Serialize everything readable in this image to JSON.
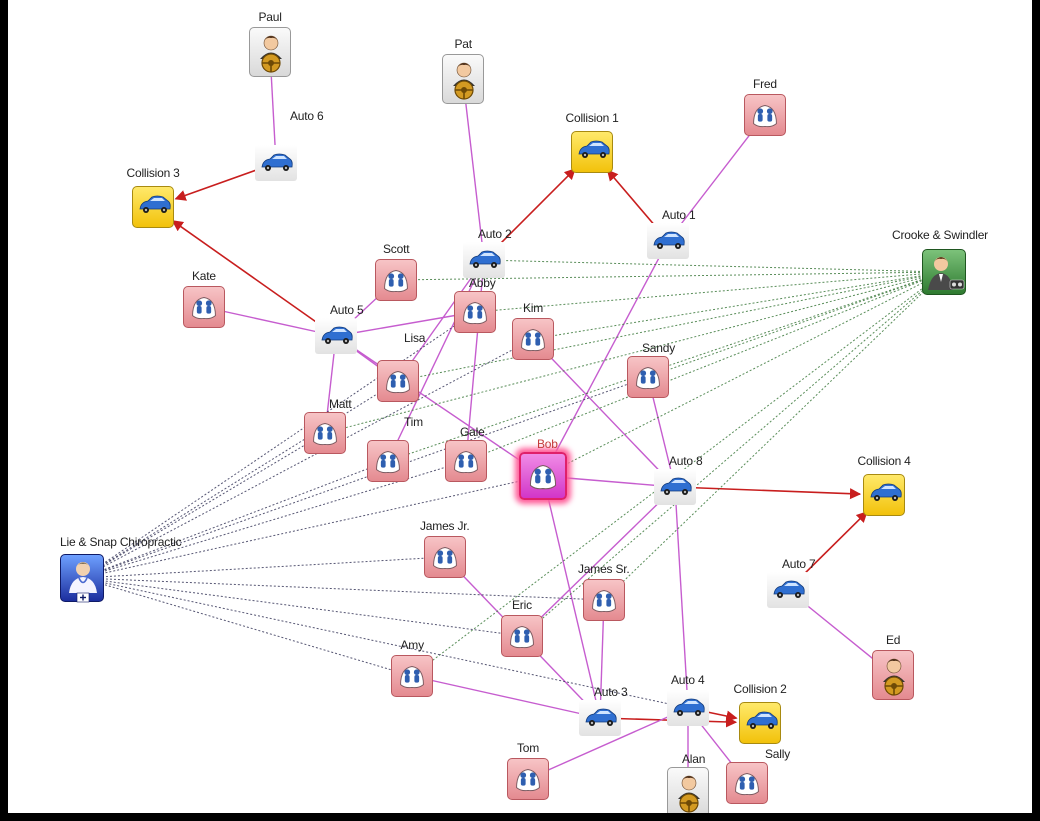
{
  "nodes": [
    {
      "id": "paul",
      "label": "Paul",
      "type": "driver"
    },
    {
      "id": "pat",
      "label": "Pat",
      "type": "driver"
    },
    {
      "id": "fred",
      "label": "Fred",
      "type": "person"
    },
    {
      "id": "auto6",
      "label": "Auto 6",
      "type": "auto"
    },
    {
      "id": "collision1",
      "label": "Collision 1",
      "type": "collision"
    },
    {
      "id": "collision3",
      "label": "Collision 3",
      "type": "collision"
    },
    {
      "id": "auto2",
      "label": "Auto 2",
      "type": "auto"
    },
    {
      "id": "auto1",
      "label": "Auto 1",
      "type": "auto"
    },
    {
      "id": "crooke",
      "label": "Crooke & Swindler",
      "type": "lawyer"
    },
    {
      "id": "scott",
      "label": "Scott",
      "type": "person"
    },
    {
      "id": "kate",
      "label": "Kate",
      "type": "person"
    },
    {
      "id": "auto5",
      "label": "Auto 5",
      "type": "auto"
    },
    {
      "id": "abby",
      "label": "Abby",
      "type": "person"
    },
    {
      "id": "kim",
      "label": "Kim",
      "type": "person"
    },
    {
      "id": "lisa",
      "label": "Lisa",
      "type": "person"
    },
    {
      "id": "sandy",
      "label": "Sandy",
      "type": "person"
    },
    {
      "id": "matt",
      "label": "Matt",
      "type": "person"
    },
    {
      "id": "tim",
      "label": "Tim",
      "type": "person"
    },
    {
      "id": "gale",
      "label": "Gale",
      "type": "person"
    },
    {
      "id": "bob",
      "label": "Bob",
      "type": "person",
      "selected": true
    },
    {
      "id": "auto8",
      "label": "Auto 8",
      "type": "auto"
    },
    {
      "id": "collision4",
      "label": "Collision 4",
      "type": "collision"
    },
    {
      "id": "lie",
      "label": "Lie & Snap Chiropractic",
      "type": "doctor"
    },
    {
      "id": "jamesjr",
      "label": "James Jr.",
      "type": "person"
    },
    {
      "id": "auto7",
      "label": "Auto 7",
      "type": "auto"
    },
    {
      "id": "jamessr",
      "label": "James Sr.",
      "type": "person"
    },
    {
      "id": "eric",
      "label": "Eric",
      "type": "person"
    },
    {
      "id": "ed",
      "label": "Ed",
      "type": "driver",
      "tint": "pink"
    },
    {
      "id": "amy",
      "label": "Amy",
      "type": "person"
    },
    {
      "id": "auto3",
      "label": "Auto 3",
      "type": "auto"
    },
    {
      "id": "auto4",
      "label": "Auto 4",
      "type": "auto"
    },
    {
      "id": "collision2",
      "label": "Collision 2",
      "type": "collision"
    },
    {
      "id": "tom",
      "label": "Tom",
      "type": "person"
    },
    {
      "id": "alan",
      "label": "Alan",
      "type": "driver"
    },
    {
      "id": "sally",
      "label": "Sally",
      "type": "person"
    }
  ],
  "edges": [
    {
      "from": "paul",
      "to": "auto6",
      "kind": "link"
    },
    {
      "from": "auto6",
      "to": "collision3",
      "kind": "collision"
    },
    {
      "from": "pat",
      "to": "auto2",
      "kind": "link"
    },
    {
      "from": "auto2",
      "to": "collision1",
      "kind": "collision"
    },
    {
      "from": "auto1",
      "to": "collision1",
      "kind": "collision"
    },
    {
      "from": "fred",
      "to": "auto1",
      "kind": "link"
    },
    {
      "from": "auto5",
      "to": "collision3",
      "kind": "collision"
    },
    {
      "from": "kate",
      "to": "auto5",
      "kind": "link"
    },
    {
      "from": "scott",
      "to": "auto5",
      "kind": "link"
    },
    {
      "from": "auto5",
      "to": "abby",
      "kind": "link"
    },
    {
      "from": "auto5",
      "to": "lisa",
      "kind": "link"
    },
    {
      "from": "auto5",
      "to": "matt",
      "kind": "link"
    },
    {
      "from": "auto5",
      "to": "bob",
      "kind": "link"
    },
    {
      "from": "auto2",
      "to": "lisa",
      "kind": "link"
    },
    {
      "from": "auto2",
      "to": "tim",
      "kind": "link"
    },
    {
      "from": "auto2",
      "to": "gale",
      "kind": "link"
    },
    {
      "from": "auto1",
      "to": "bob",
      "kind": "link"
    },
    {
      "from": "kim",
      "to": "auto8",
      "kind": "link"
    },
    {
      "from": "sandy",
      "to": "auto8",
      "kind": "link"
    },
    {
      "from": "bob",
      "to": "auto8",
      "kind": "link"
    },
    {
      "from": "auto8",
      "to": "collision4",
      "kind": "collision"
    },
    {
      "from": "auto7",
      "to": "collision4",
      "kind": "collision"
    },
    {
      "from": "ed",
      "to": "auto7",
      "kind": "link"
    },
    {
      "from": "bob",
      "to": "auto3",
      "kind": "link"
    },
    {
      "from": "jamesjr",
      "to": "auto3",
      "kind": "link"
    },
    {
      "from": "jamessr",
      "to": "auto3",
      "kind": "link"
    },
    {
      "from": "eric",
      "to": "auto8",
      "kind": "link"
    },
    {
      "from": "amy",
      "to": "auto3",
      "kind": "link"
    },
    {
      "from": "auto3",
      "to": "collision2",
      "kind": "collision"
    },
    {
      "from": "auto4",
      "to": "collision2",
      "kind": "collision"
    },
    {
      "from": "auto8",
      "to": "auto4",
      "kind": "link"
    },
    {
      "from": "alan",
      "to": "auto4",
      "kind": "link"
    },
    {
      "from": "sally",
      "to": "auto4",
      "kind": "link"
    },
    {
      "from": "tom",
      "to": "auto4",
      "kind": "link"
    },
    {
      "from": "crooke",
      "to": "scott",
      "kind": "referral"
    },
    {
      "from": "crooke",
      "to": "auto2",
      "kind": "referral"
    },
    {
      "from": "crooke",
      "to": "abby",
      "kind": "referral"
    },
    {
      "from": "crooke",
      "to": "kim",
      "kind": "referral"
    },
    {
      "from": "crooke",
      "to": "lisa",
      "kind": "referral"
    },
    {
      "from": "crooke",
      "to": "sandy",
      "kind": "referral"
    },
    {
      "from": "crooke",
      "to": "matt",
      "kind": "referral"
    },
    {
      "from": "crooke",
      "to": "tim",
      "kind": "referral"
    },
    {
      "from": "crooke",
      "to": "gale",
      "kind": "referral"
    },
    {
      "from": "crooke",
      "to": "bob",
      "kind": "referral"
    },
    {
      "from": "crooke",
      "to": "eric",
      "kind": "referral"
    },
    {
      "from": "crooke",
      "to": "amy",
      "kind": "referral"
    },
    {
      "from": "crooke",
      "to": "jamessr",
      "kind": "referral"
    },
    {
      "from": "lie",
      "to": "matt",
      "kind": "referral"
    },
    {
      "from": "lie",
      "to": "tim",
      "kind": "referral"
    },
    {
      "from": "lie",
      "to": "gale",
      "kind": "referral"
    },
    {
      "from": "lie",
      "to": "lisa",
      "kind": "referral"
    },
    {
      "from": "lie",
      "to": "abby",
      "kind": "referral"
    },
    {
      "from": "lie",
      "to": "kim",
      "kind": "referral"
    },
    {
      "from": "lie",
      "to": "sandy",
      "kind": "referral"
    },
    {
      "from": "lie",
      "to": "bob",
      "kind": "referral"
    },
    {
      "from": "lie",
      "to": "jamesjr",
      "kind": "referral"
    },
    {
      "from": "lie",
      "to": "jamessr",
      "kind": "referral"
    },
    {
      "from": "lie",
      "to": "eric",
      "kind": "referral"
    },
    {
      "from": "lie",
      "to": "amy",
      "kind": "referral"
    },
    {
      "from": "lie",
      "to": "auto4",
      "kind": "referral"
    }
  ],
  "colors": {
    "link": "#c65dcf",
    "collision": "#c81e1e",
    "referral_lawyer": "#3d7a3d",
    "referral_doctor": "#3a3a5c",
    "person_tile": "#e48a90",
    "collision_tile": "#f2c20b",
    "selected_tile": "#d235c8"
  }
}
